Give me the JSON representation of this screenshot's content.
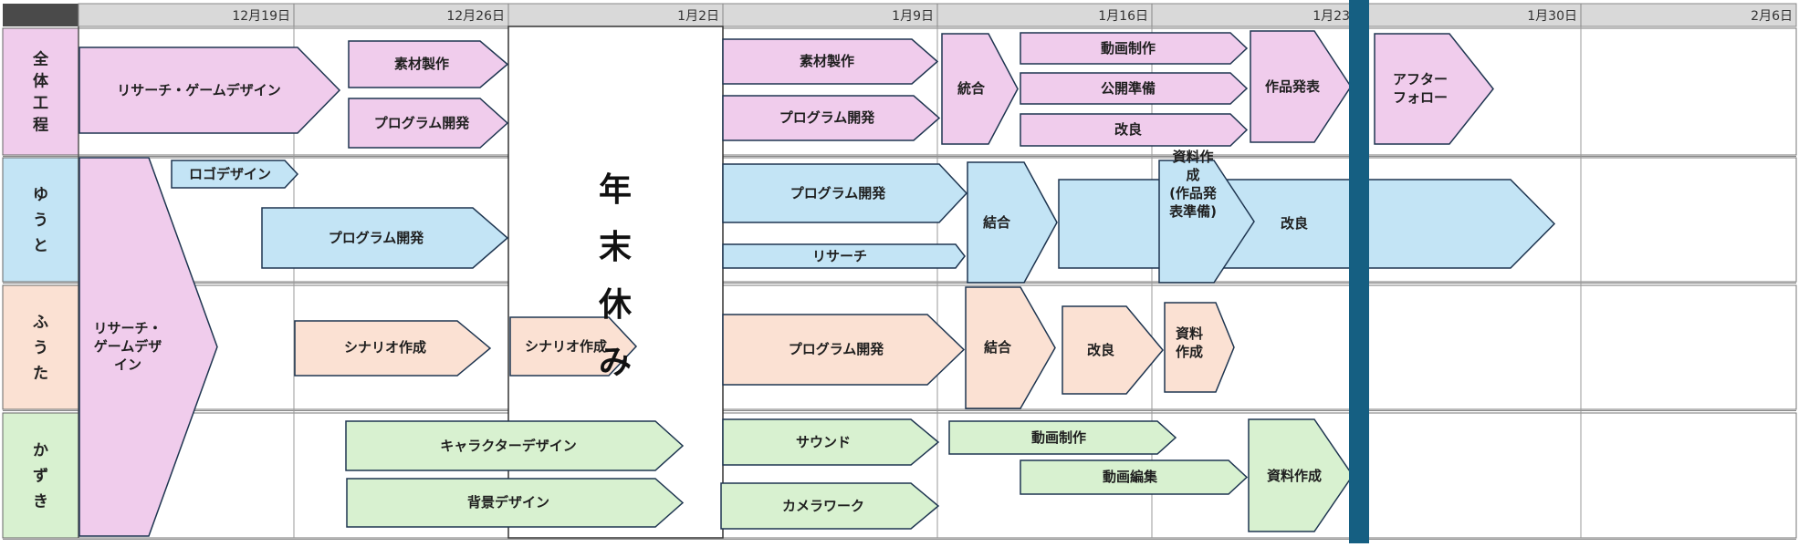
{
  "header": {
    "dates": [
      "12月19日",
      "12月26日",
      "1月2日",
      "1月9日",
      "1月16日",
      "1月23日",
      "1月30日",
      "2月6日"
    ]
  },
  "rows": [
    {
      "label": "全体工程",
      "color": "#f0ccec"
    },
    {
      "label": "ゆうと",
      "color": "#c3e4f5"
    },
    {
      "label": "ふうた",
      "color": "#fbe1d3"
    },
    {
      "label": "かずき",
      "color": "#d8f1d0"
    }
  ],
  "holiday": {
    "label": "年末休み"
  },
  "colors": {
    "header_bg": "#d9d9d9",
    "corner_bg": "#4a4a4a",
    "pink": "#f0ccec",
    "blue": "#c3e4f5",
    "peach": "#fbe1d3",
    "green": "#d8f1d0",
    "outline": "#1e3550",
    "today_line": "#155f82"
  },
  "tasks": [
    {
      "lines": [
        "リサーチ・ゲームデザイン"
      ],
      "fill": "pink"
    },
    {
      "lines": [
        "素材製作"
      ],
      "fill": "pink"
    },
    {
      "lines": [
        "プログラム開発"
      ],
      "fill": "pink"
    },
    {
      "lines": [
        "素材製作"
      ],
      "fill": "pink"
    },
    {
      "lines": [
        "プログラム開発"
      ],
      "fill": "pink"
    },
    {
      "lines": [
        "統合"
      ],
      "fill": "pink"
    },
    {
      "lines": [
        "動画制作"
      ],
      "fill": "pink"
    },
    {
      "lines": [
        "公開準備"
      ],
      "fill": "pink"
    },
    {
      "lines": [
        "改良"
      ],
      "fill": "pink"
    },
    {
      "lines": [
        "作品発表"
      ],
      "fill": "pink"
    },
    {
      "lines": [
        "アフター",
        "フォロー"
      ],
      "fill": "pink"
    },
    {
      "lines": [
        "リサーチ・",
        "ゲームデザ",
        "イン"
      ],
      "fill": "pink"
    },
    {
      "lines": [
        "ロゴデザイン"
      ],
      "fill": "blue"
    },
    {
      "lines": [
        "プログラム開発"
      ],
      "fill": "blue"
    },
    {
      "lines": [
        "プログラム開発"
      ],
      "fill": "blue"
    },
    {
      "lines": [
        "リサーチ"
      ],
      "fill": "blue"
    },
    {
      "lines": [
        "結合"
      ],
      "fill": "blue"
    },
    {
      "lines": [
        "改良"
      ],
      "fill": "blue"
    },
    {
      "lines": [
        "資料作",
        "成",
        "(作品発",
        "表準備)"
      ],
      "fill": "blue"
    },
    {
      "lines": [
        "シナリオ作成"
      ],
      "fill": "peach"
    },
    {
      "lines": [
        "シナリオ作成"
      ],
      "fill": "peach"
    },
    {
      "lines": [
        "プログラム開発"
      ],
      "fill": "peach"
    },
    {
      "lines": [
        "結合"
      ],
      "fill": "peach"
    },
    {
      "lines": [
        "改良"
      ],
      "fill": "peach"
    },
    {
      "lines": [
        "資料",
        "作成"
      ],
      "fill": "peach"
    },
    {
      "lines": [
        "キャラクターデザイン"
      ],
      "fill": "green"
    },
    {
      "lines": [
        "背景デザイン"
      ],
      "fill": "green"
    },
    {
      "lines": [
        "サウンド"
      ],
      "fill": "green"
    },
    {
      "lines": [
        "カメラワーク"
      ],
      "fill": "green"
    },
    {
      "lines": [
        "動画制作"
      ],
      "fill": "green"
    },
    {
      "lines": [
        "動画編集"
      ],
      "fill": "green"
    },
    {
      "lines": [
        "資料作成"
      ],
      "fill": "green"
    }
  ]
}
